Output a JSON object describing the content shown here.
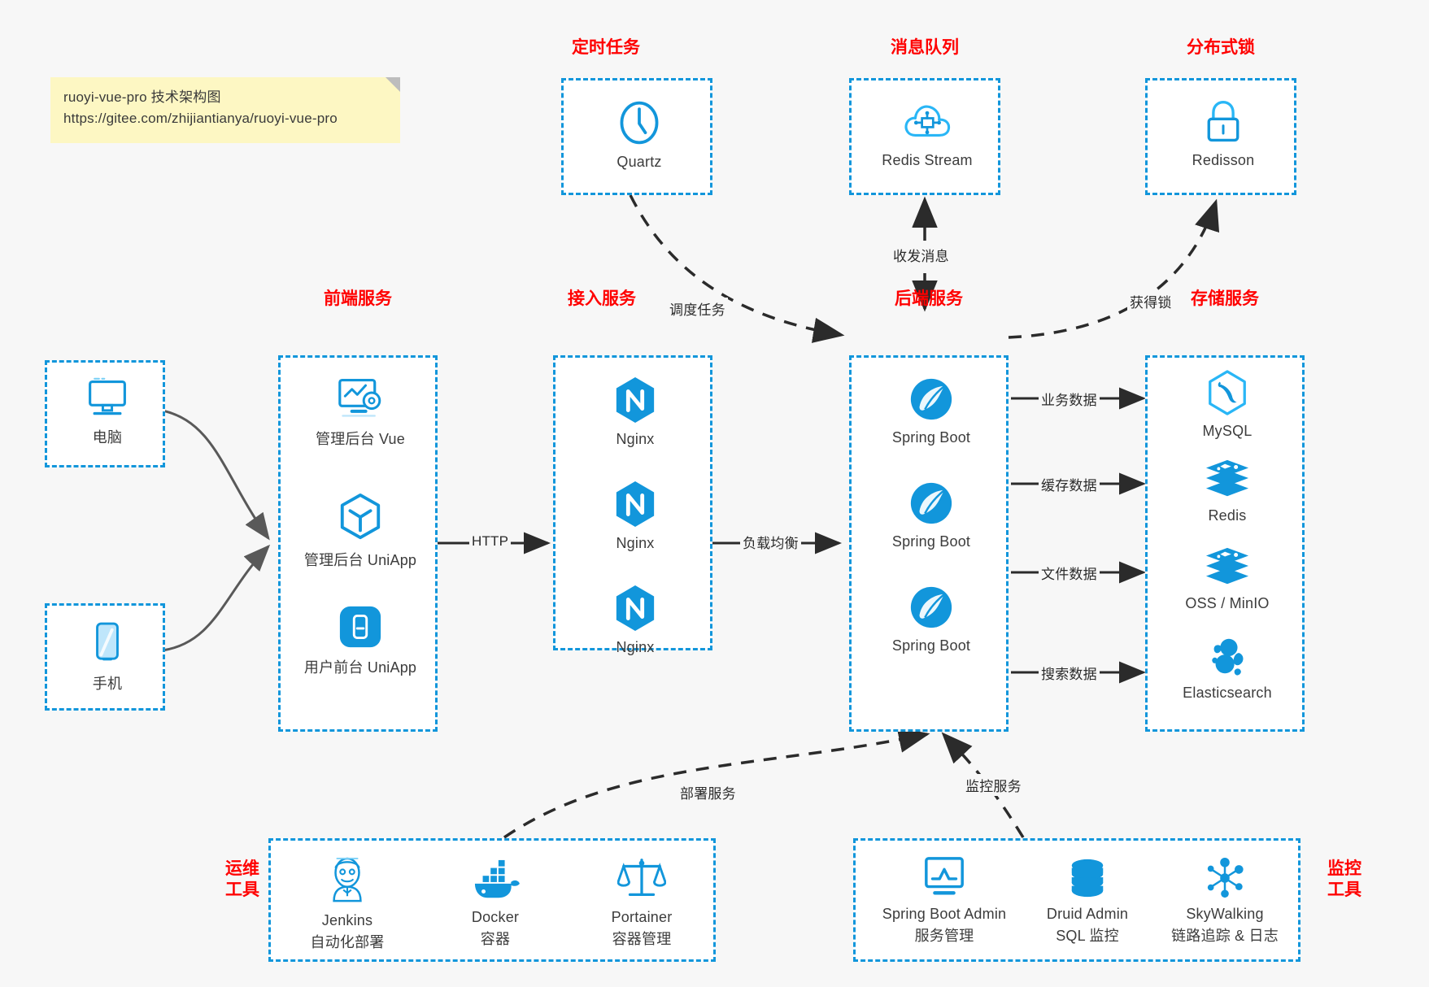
{
  "note": {
    "line1": "ruoyi-vue-pro 技术架构图",
    "line2": "https://gitee.com/zhijiantianya/ruoyi-vue-pro"
  },
  "colors": {
    "accent": "#1296db",
    "group_title": "#ff0000",
    "text": "#3c3c3c",
    "note_bg": "#fdf7c3",
    "canvas_bg": "#f7f7f7",
    "edge": "#2b2b2b",
    "client_edge": "#595959"
  },
  "groups": {
    "scheduled_task": {
      "title": "定时任务",
      "nodes": [
        {
          "label": "Quartz",
          "icon": "clock-icon"
        }
      ]
    },
    "message_queue": {
      "title": "消息队列",
      "nodes": [
        {
          "label": "Redis Stream",
          "icon": "cloud-stream-icon"
        }
      ]
    },
    "distributed_lock": {
      "title": "分布式锁",
      "nodes": [
        {
          "label": "Redisson",
          "icon": "lock-icon"
        }
      ]
    },
    "clients": {
      "nodes": [
        {
          "label": "电脑",
          "icon": "desktop-monitor-icon"
        },
        {
          "label": "手机",
          "icon": "mobile-phone-icon"
        }
      ]
    },
    "frontend": {
      "title": "前端服务",
      "nodes": [
        {
          "label": "管理后台 Vue",
          "icon": "dashboard-settings-icon"
        },
        {
          "label": "管理后台 UniApp",
          "icon": "cube-icon"
        },
        {
          "label": "用户前台 UniApp",
          "icon": "app-window-icon"
        }
      ]
    },
    "gateway": {
      "title": "接入服务",
      "nodes": [
        {
          "label": "Nginx",
          "icon": "nginx-icon"
        },
        {
          "label": "Nginx",
          "icon": "nginx-icon"
        },
        {
          "label": "Nginx",
          "icon": "nginx-icon"
        }
      ]
    },
    "backend": {
      "title": "后端服务",
      "nodes": [
        {
          "label": "Spring Boot",
          "icon": "spring-leaf-icon"
        },
        {
          "label": "Spring Boot",
          "icon": "spring-leaf-icon"
        },
        {
          "label": "Spring Boot",
          "icon": "spring-leaf-icon"
        }
      ]
    },
    "storage": {
      "title": "存储服务",
      "nodes": [
        {
          "label": "MySQL",
          "icon": "mysql-dolphin-icon"
        },
        {
          "label": "Redis",
          "icon": "redis-stack-icon"
        },
        {
          "label": "OSS / MinIO",
          "icon": "redis-stack-icon"
        },
        {
          "label": "Elasticsearch",
          "icon": "elasticsearch-icon"
        }
      ]
    },
    "devops": {
      "title_line1": "运维",
      "title_line2": "工具",
      "nodes": [
        {
          "label": "Jenkins",
          "sublabel": "自动化部署",
          "icon": "jenkins-butler-icon"
        },
        {
          "label": "Docker",
          "sublabel": "容器",
          "icon": "docker-whale-icon"
        },
        {
          "label": "Portainer",
          "sublabel": "容器管理",
          "icon": "scales-icon"
        }
      ]
    },
    "monitoring": {
      "title_line1": "监控",
      "title_line2": "工具",
      "nodes": [
        {
          "label": "Spring Boot Admin",
          "sublabel": "服务管理",
          "icon": "monitor-chart-icon"
        },
        {
          "label": "Druid Admin",
          "sublabel": "SQL 监控",
          "icon": "database-icon"
        },
        {
          "label": "SkyWalking",
          "sublabel": "链路追踪 & 日志",
          "icon": "network-nodes-icon"
        }
      ]
    }
  },
  "edges": [
    {
      "name": "frontend-to-gateway",
      "label": "HTTP"
    },
    {
      "name": "gateway-to-backend",
      "label": "负载均衡"
    },
    {
      "name": "quartz-to-backend",
      "label": "调度任务"
    },
    {
      "name": "backend-to-mq",
      "label": "收发消息"
    },
    {
      "name": "backend-to-lock",
      "label": "获得锁"
    },
    {
      "name": "backend-to-mysql",
      "label": "业务数据"
    },
    {
      "name": "backend-to-redis",
      "label": "缓存数据"
    },
    {
      "name": "backend-to-oss",
      "label": "文件数据"
    },
    {
      "name": "backend-to-es",
      "label": "搜索数据"
    },
    {
      "name": "devops-to-backend",
      "label": "部署服务"
    },
    {
      "name": "monitoring-to-backend",
      "label": "监控服务"
    }
  ]
}
